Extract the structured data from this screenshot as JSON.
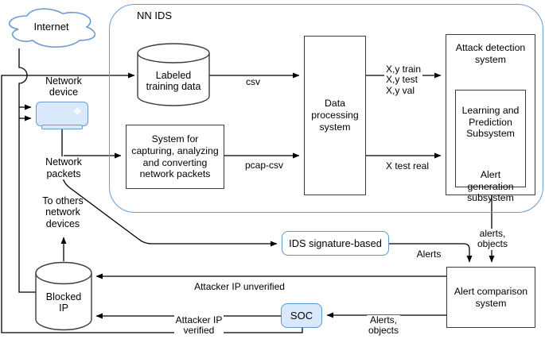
{
  "container": {
    "label": "NN IDS"
  },
  "colors": {
    "blue_stroke": "#6c9bd2",
    "blue_fill": "#dae8fc",
    "box_stroke": "#3c3c3c",
    "line": "#000000",
    "background": "#ffffff"
  },
  "nodes": {
    "internet": "Internet",
    "network_device": "Network\ndevice",
    "network_packets": "Network\npackets",
    "labeled_training_data": "Labeled\ntraining data",
    "capture_system": "System for\ncapturing, analyzing\nand converting\nnetwork packets",
    "data_processing": "Data\nprocessing\nsystem",
    "attack_detection": "Attack detection\nsystem",
    "learning_prediction": "Learning and\nPrediction\nSubsystem",
    "alert_generation": "Alert\ngeneration\nsubsystem",
    "to_others_devices": "To others\nnetwork\ndevices",
    "ids_signature": "IDS signature-based",
    "blocked_ip": "Blocked\nIP",
    "soc": "SOC",
    "alert_comparison": "Alert comparison\nsystem"
  },
  "edge_labels": {
    "csv": "csv",
    "pcap_csv": "pcap-csv",
    "xy_sets": "X,y train\nX,y test\nX,y val",
    "x_test_real": "X test real",
    "alerts_objects_attack": "alerts,\nobjects",
    "alerts_signature": "Alerts",
    "attacker_ip_unverified": "Attacker IP unverified",
    "attacker_ip_verified": "Attacker IP\nverified",
    "alerts_objects_soc": "Alerts,\nobjects"
  }
}
